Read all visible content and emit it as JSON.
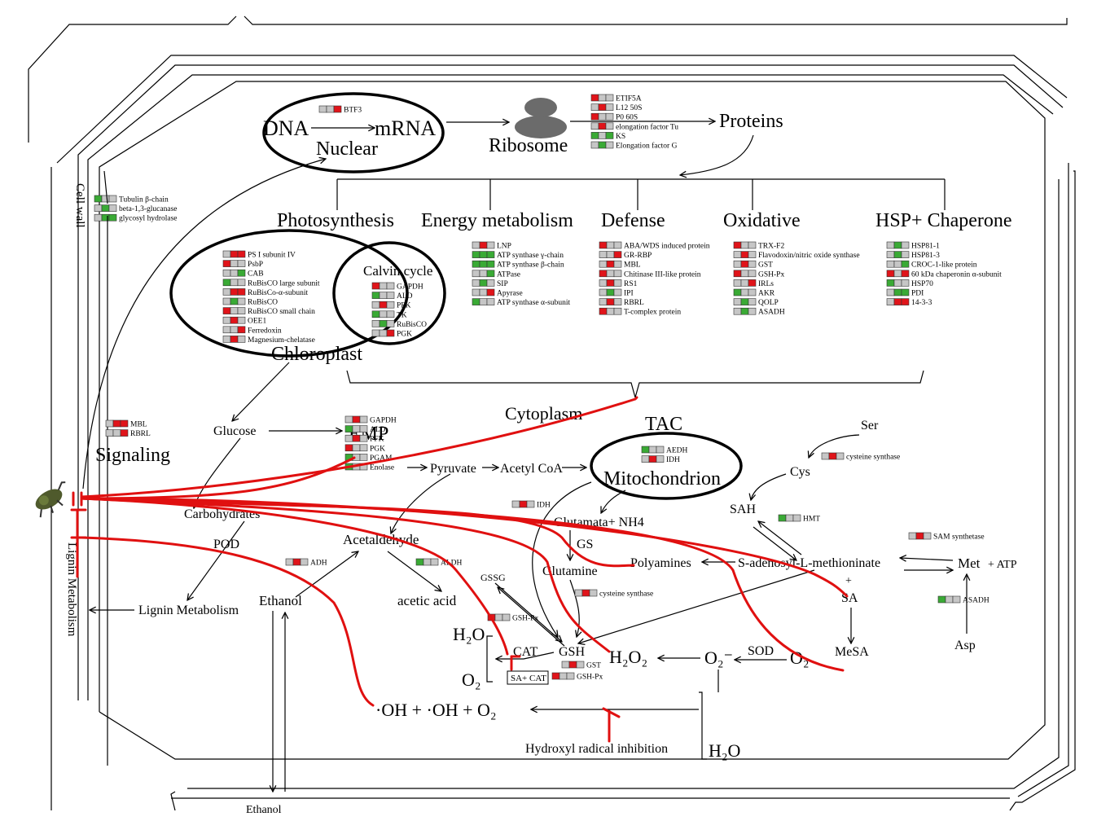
{
  "colors": {
    "up": "#e0141a",
    "down": "#3aaa35",
    "none": "#c6c6c6",
    "inhibit": "#e01010",
    "line": "#000000"
  },
  "labels": {
    "cell_wall": "Cell wall",
    "lignin_metabolism_vertical": "Lignin Metabolism",
    "dna": "DNA",
    "mrna": "mRNA",
    "nuclear": "Nuclear",
    "ribosome": "Ribosome",
    "proteins": "Proteins",
    "photosynthesis": "Photosynthesis",
    "energy_metabolism": "Energy metabolism",
    "defense": "Defense",
    "oxidative": "Oxidative",
    "hsp_chaperone": "HSP+ Chaperone",
    "calvin_cycle": "Calvin cycle",
    "chloroplast": "Chloroplast",
    "cytoplasm": "Cytoplasm",
    "glucose": "Glucose",
    "emp": "EMP",
    "tac": "TAC",
    "mitochondrion": "Mitochondrion",
    "signaling": "Signaling",
    "carbohydrates": "Carbohydrates",
    "pod": "POD",
    "pyruvate": "Pyruvate",
    "acetyl_coa": "Acetyl CoA",
    "acetaldehyde": "Acetaldehyde",
    "acetic_acid": "acetic acid",
    "ethanol": "Ethanol",
    "ethanol_bottom": "Ethanol",
    "lignin_metabolism": "Lignin Metabolism",
    "glutamata_nh4": "Glutamata+ NH4",
    "gs": "GS",
    "glutamine": "Glutamine",
    "polyamines": "Polyamines",
    "sah": "SAH",
    "ser": "Ser",
    "cys": "Cys",
    "same": "S-adenosyl-L-methioninate",
    "plus": "+",
    "sa": "SA",
    "mesa": "MeSA",
    "met": "Met",
    "plus_atp": "+ ATP",
    "asp": "Asp",
    "gssg": "GSSG",
    "gsh": "GSH",
    "h2o": "H₂O",
    "o2": "O₂",
    "cat": "CAT",
    "h2o2": "H₂O₂",
    "o2_radical": "O₂⁻",
    "sod": "SOD",
    "o2_right": "O₂",
    "sa_cat": "SA+ CAT",
    "oh_line": "·OH + ·OH  + O₂",
    "hydroxyl_inhibition": "Hydroxyl radical inhibition",
    "h2o_bottom": "H₂O"
  },
  "legend_groups": [
    {
      "id": "btf3",
      "rows": [
        {
          "label": "BTF3",
          "cells": [
            "none",
            "none",
            "up"
          ]
        }
      ]
    },
    {
      "id": "ribosome",
      "rows": [
        {
          "label": "ETIF5A",
          "cells": [
            "up",
            "none",
            "none"
          ]
        },
        {
          "label": "L12 50S",
          "cells": [
            "none",
            "up",
            "none"
          ]
        },
        {
          "label": "P0 60S",
          "cells": [
            "up",
            "none",
            "none"
          ]
        },
        {
          "label": "elongation factor Tu",
          "cells": [
            "none",
            "up",
            "none"
          ]
        },
        {
          "label": "KS",
          "cells": [
            "down",
            "none",
            "down"
          ]
        },
        {
          "label": "Elongation factor G",
          "cells": [
            "none",
            "down",
            "none"
          ]
        }
      ]
    },
    {
      "id": "cellwall",
      "rows": [
        {
          "label": "Tubulin β-chain",
          "cells": [
            "down",
            "none",
            "none"
          ]
        },
        {
          "label": "beta-1,3-glucanase",
          "cells": [
            "none",
            "down",
            "none"
          ]
        },
        {
          "label": "glycosyl hydrolase",
          "cells": [
            "none",
            "down",
            "down"
          ]
        }
      ]
    },
    {
      "id": "photosynthesis",
      "rows": [
        {
          "label": "PS I subunit IV",
          "cells": [
            "none",
            "up",
            "up"
          ]
        },
        {
          "label": "PsbP",
          "cells": [
            "up",
            "none",
            "none"
          ]
        },
        {
          "label": "CAB",
          "cells": [
            "none",
            "none",
            "down"
          ]
        },
        {
          "label": "RuBisCO large subunit",
          "cells": [
            "down",
            "none",
            "none"
          ]
        },
        {
          "label": "RuBisCo-α-subunit",
          "cells": [
            "none",
            "up",
            "up"
          ]
        },
        {
          "label": "RuBisCO",
          "cells": [
            "none",
            "down",
            "none"
          ]
        },
        {
          "label": "RuBisCO small chain",
          "cells": [
            "up",
            "none",
            "none"
          ]
        },
        {
          "label": "OEE1",
          "cells": [
            "none",
            "up",
            "none"
          ]
        },
        {
          "label": "Ferredoxin",
          "cells": [
            "none",
            "none",
            "up"
          ]
        },
        {
          "label": "Magnesium-chelatase",
          "cells": [
            "none",
            "up",
            "none"
          ]
        }
      ]
    },
    {
      "id": "calvin",
      "rows": [
        {
          "label": "GAPDH",
          "cells": [
            "up",
            "none",
            "none"
          ]
        },
        {
          "label": "ALD",
          "cells": [
            "down",
            "none",
            "none"
          ]
        },
        {
          "label": "PFK",
          "cells": [
            "none",
            "up",
            "none"
          ]
        },
        {
          "label": "TK",
          "cells": [
            "down",
            "none",
            "none"
          ]
        },
        {
          "label": "RuBisCO",
          "cells": [
            "none",
            "down",
            "none"
          ]
        },
        {
          "label": "PGK",
          "cells": [
            "none",
            "none",
            "up"
          ]
        }
      ]
    },
    {
      "id": "energy",
      "rows": [
        {
          "label": "LNP",
          "cells": [
            "none",
            "up",
            "none"
          ]
        },
        {
          "label": "ATP synthase γ-chain",
          "cells": [
            "down",
            "down",
            "down"
          ]
        },
        {
          "label": "ATP synthase β-chain",
          "cells": [
            "down",
            "down",
            "down"
          ]
        },
        {
          "label": "ATPase",
          "cells": [
            "none",
            "none",
            "down"
          ]
        },
        {
          "label": "SIP",
          "cells": [
            "none",
            "down",
            "none"
          ]
        },
        {
          "label": "Apyrase",
          "cells": [
            "none",
            "none",
            "up"
          ]
        },
        {
          "label": "ATP synthase α-subunit",
          "cells": [
            "down",
            "none",
            "none"
          ]
        }
      ]
    },
    {
      "id": "defense",
      "rows": [
        {
          "label": "ABA/WDS induced protein",
          "cells": [
            "up",
            "none",
            "none"
          ]
        },
        {
          "label": "GR-RBP",
          "cells": [
            "none",
            "none",
            "up"
          ]
        },
        {
          "label": "MBL",
          "cells": [
            "none",
            "up",
            "none"
          ]
        },
        {
          "label": "Chitinase III-like protein",
          "cells": [
            "up",
            "none",
            "none"
          ]
        },
        {
          "label": "RS1",
          "cells": [
            "none",
            "up",
            "none"
          ]
        },
        {
          "label": "IPI",
          "cells": [
            "none",
            "down",
            "none"
          ]
        },
        {
          "label": "RBRL",
          "cells": [
            "none",
            "up",
            "none"
          ]
        },
        {
          "label": "T-complex protein",
          "cells": [
            "up",
            "none",
            "none"
          ]
        }
      ]
    },
    {
      "id": "oxidative",
      "rows": [
        {
          "label": "TRX-F2",
          "cells": [
            "up",
            "none",
            "none"
          ]
        },
        {
          "label": "Flavodoxin/nitric oxide synthase",
          "cells": [
            "none",
            "up",
            "none"
          ]
        },
        {
          "label": "GST",
          "cells": [
            "none",
            "up",
            "none"
          ]
        },
        {
          "label": "GSH-Px",
          "cells": [
            "up",
            "none",
            "none"
          ]
        },
        {
          "label": "IRLs",
          "cells": [
            "none",
            "none",
            "up"
          ]
        },
        {
          "label": "AKR",
          "cells": [
            "down",
            "none",
            "none"
          ]
        },
        {
          "label": "QOLP",
          "cells": [
            "none",
            "down",
            "none"
          ]
        },
        {
          "label": "ASADH",
          "cells": [
            "none",
            "down",
            "none"
          ]
        }
      ]
    },
    {
      "id": "hsp",
      "rows": [
        {
          "label": "HSP81-1",
          "cells": [
            "none",
            "down",
            "none"
          ]
        },
        {
          "label": "HSP81-3",
          "cells": [
            "none",
            "down",
            "none"
          ]
        },
        {
          "label": "CROC-1-like protein",
          "cells": [
            "none",
            "none",
            "down"
          ]
        },
        {
          "label": "60 kDa chaperonin α-subunit",
          "cells": [
            "up",
            "none",
            "up"
          ]
        },
        {
          "label": "HSP70",
          "cells": [
            "down",
            "none",
            "none"
          ]
        },
        {
          "label": "PDI",
          "cells": [
            "none",
            "down",
            "down"
          ]
        },
        {
          "label": "14-3-3",
          "cells": [
            "none",
            "up",
            "up"
          ]
        }
      ]
    },
    {
      "id": "signaling",
      "rows": [
        {
          "label": "MBL",
          "cells": [
            "none",
            "up",
            "up"
          ]
        },
        {
          "label": "RBRL",
          "cells": [
            "none",
            "none",
            "up"
          ]
        }
      ]
    },
    {
      "id": "emp",
      "rows": [
        {
          "label": "GAPDH",
          "cells": [
            "none",
            "up",
            "none"
          ]
        },
        {
          "label": "ALD",
          "cells": [
            "down",
            "none",
            "none"
          ]
        },
        {
          "label": "PFK",
          "cells": [
            "none",
            "up",
            "none"
          ]
        },
        {
          "label": "PGK",
          "cells": [
            "up",
            "none",
            "none"
          ]
        },
        {
          "label": "PGAM",
          "cells": [
            "down",
            "none",
            "none"
          ]
        },
        {
          "label": "Enolase",
          "cells": [
            "down",
            "none",
            "none"
          ]
        }
      ]
    },
    {
      "id": "tac",
      "rows": [
        {
          "label": "AEDH",
          "cells": [
            "down",
            "none",
            "none"
          ]
        },
        {
          "label": "IDH",
          "cells": [
            "none",
            "up",
            "none"
          ]
        }
      ]
    },
    {
      "id": "idh",
      "rows": [
        {
          "label": "IDH",
          "cells": [
            "none",
            "up",
            "none"
          ]
        }
      ]
    },
    {
      "id": "cysyn1",
      "rows": [
        {
          "label": "cysteine synthase",
          "cells": [
            "none",
            "up",
            "none"
          ]
        }
      ]
    },
    {
      "id": "hmt",
      "rows": [
        {
          "label": "HMT",
          "cells": [
            "down",
            "none",
            "none"
          ]
        }
      ]
    },
    {
      "id": "samsyn",
      "rows": [
        {
          "label": "SAM synthetase",
          "cells": [
            "none",
            "up",
            "none"
          ]
        }
      ]
    },
    {
      "id": "adh",
      "rows": [
        {
          "label": "ADH",
          "cells": [
            "none",
            "up",
            "none"
          ]
        }
      ]
    },
    {
      "id": "aldh",
      "rows": [
        {
          "label": "ALDH",
          "cells": [
            "down",
            "none",
            "none"
          ]
        }
      ]
    },
    {
      "id": "cysyn2",
      "rows": [
        {
          "label": "cysteine synthase",
          "cells": [
            "none",
            "up",
            "none"
          ]
        }
      ]
    },
    {
      "id": "gshpx1",
      "rows": [
        {
          "label": "GSH-Px",
          "cells": [
            "up",
            "none",
            "none"
          ]
        }
      ]
    },
    {
      "id": "asadh",
      "rows": [
        {
          "label": "ASADH",
          "cells": [
            "down",
            "none",
            "none"
          ]
        }
      ]
    },
    {
      "id": "gst2",
      "rows": [
        {
          "label": "GST",
          "cells": [
            "none",
            "up",
            "none"
          ]
        }
      ]
    },
    {
      "id": "gshpx2",
      "rows": [
        {
          "label": "GSH-Px",
          "cells": [
            "up",
            "none",
            "none"
          ]
        }
      ]
    }
  ]
}
